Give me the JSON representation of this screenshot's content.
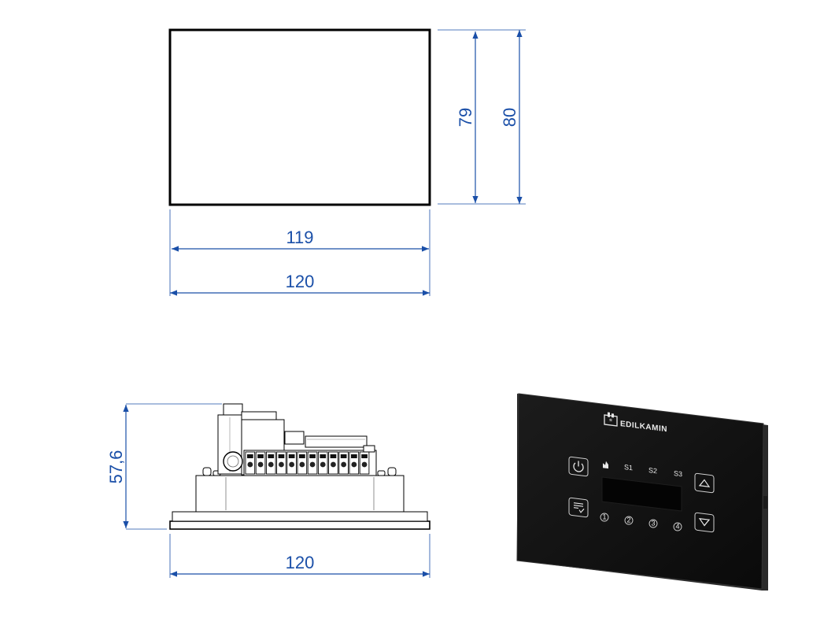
{
  "dimensions": {
    "top_view": {
      "height_inner": "79",
      "height_outer": "80",
      "width_inner": "119",
      "width_outer": "120"
    },
    "side_view": {
      "height": "57,6",
      "width": "120"
    }
  },
  "device": {
    "brand": "EDILKAMIN",
    "labels": {
      "flame": "",
      "s1": "S1",
      "s2": "S2",
      "s3": "S3"
    },
    "numbers": [
      "1",
      "2",
      "3",
      "4"
    ],
    "icons": [
      "power-icon",
      "menu-icon",
      "up-arrow-icon",
      "down-arrow-icon",
      "flame-icon",
      "brand-logo-icon"
    ]
  },
  "colors": {
    "dimension": "#1a4fa8",
    "panel": "#121212",
    "outline": "#000000"
  }
}
